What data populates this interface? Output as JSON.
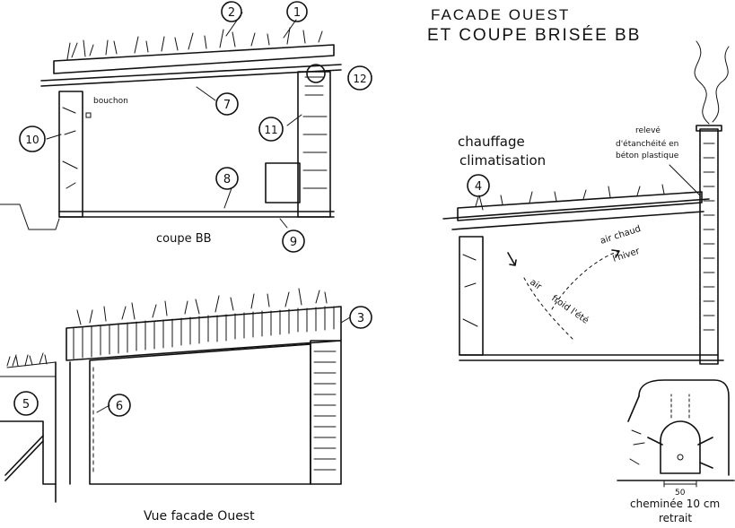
{
  "header": {
    "title_line1": "FACADE OUEST",
    "title_line2": "ET COUPE  BRISÉE    BB"
  },
  "section_bb": {
    "caption": "coupe BB",
    "label_bouchon": "bouchon"
  },
  "west_facade": {
    "caption": "Vue facade Ouest"
  },
  "broken_section": {
    "heading_line1": "chauffage",
    "heading_line2": "climatisation",
    "note_line1": "relevé",
    "note_line2": "d'étanchéité en",
    "note_line3": "béton plastique",
    "air_winter_line1": "air chaud",
    "air_winter_line2": "l'hiver",
    "air_summer_line1": "air",
    "air_summer_line2": "froid l'été"
  },
  "chimney": {
    "dimension": "50",
    "caption_line1": "cheminée 10 cm",
    "caption_line2": "retrait"
  },
  "markers": [
    {
      "id": "1",
      "label": "1"
    },
    {
      "id": "2",
      "label": "2"
    },
    {
      "id": "3",
      "label": "3"
    },
    {
      "id": "4",
      "label": "4"
    },
    {
      "id": "5",
      "label": "5"
    },
    {
      "id": "6",
      "label": "6"
    },
    {
      "id": "7",
      "label": "7"
    },
    {
      "id": "8",
      "label": "8"
    },
    {
      "id": "9",
      "label": "9"
    },
    {
      "id": "10",
      "label": "10"
    },
    {
      "id": "11",
      "label": "11"
    },
    {
      "id": "12",
      "label": "12"
    }
  ]
}
